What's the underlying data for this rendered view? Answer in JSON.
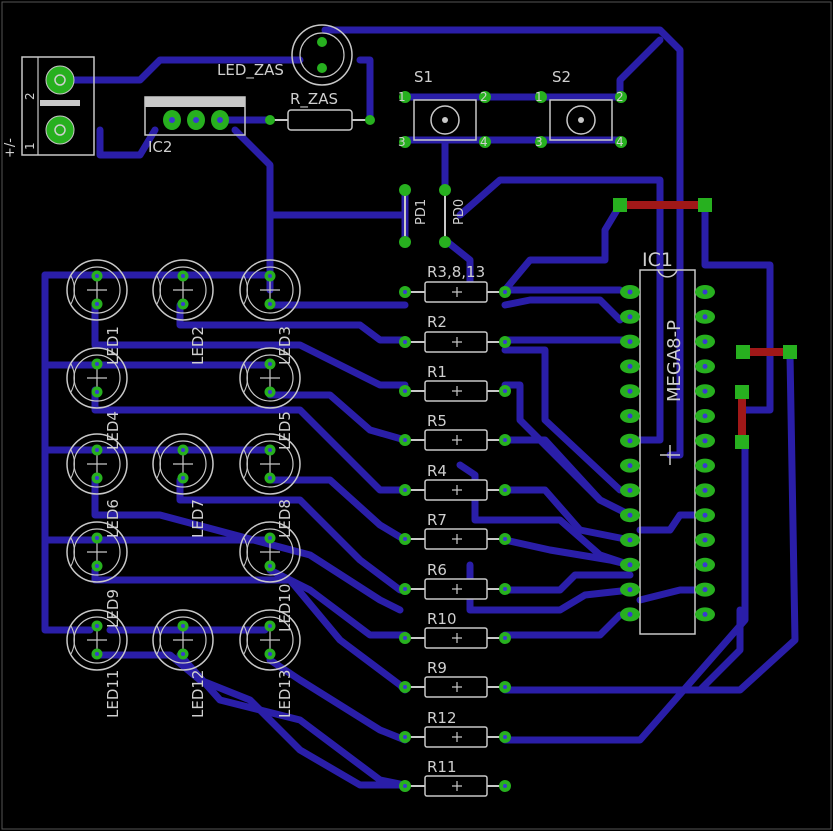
{
  "colors": {
    "background": "#000000",
    "trace": "#2a1ea8",
    "silk": "#c8c8c8",
    "pad": "#27b01f",
    "via_dot": "#3a3ad0",
    "wire": "#a01818",
    "drill": "#1010c0"
  },
  "labels": {
    "ic1": "IC1",
    "mega": "MEGA8-P",
    "ic2": "IC2",
    "led_zas": "LED_ZAS",
    "r_zas": "R_ZAS",
    "s1": "S1",
    "s2": "S2",
    "pd1": "PD1",
    "pd0": "PD0",
    "power": "+/-",
    "r3813": "R3,8,13",
    "r2": "R2",
    "r1": "R1",
    "r5": "R5",
    "r4": "R4",
    "r7": "R7",
    "r6": "R6",
    "r10": "R10",
    "r9": "R9",
    "r12": "R12",
    "r11": "R11",
    "led1": "LED1",
    "led2": "LED2",
    "led3": "LED3",
    "led4": "LED4",
    "led5": "LED5",
    "led6": "LED6",
    "led7": "LED7",
    "led8": "LED8",
    "led9": "LED9",
    "led10": "LED10",
    "led11": "LED11",
    "led12": "LED12",
    "led13": "LED13",
    "pin1": "1",
    "pin2": "2",
    "pin3": "3",
    "pin4": "4",
    "term1": "1",
    "term2": "2"
  }
}
